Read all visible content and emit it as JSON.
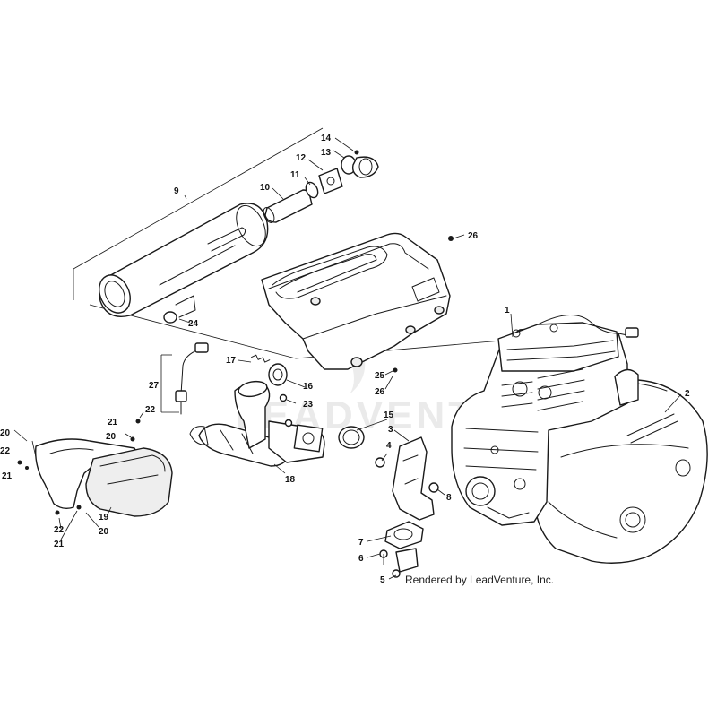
{
  "credit": "Rendered by LeadVenture, Inc.",
  "watermark": "LEADVENTURE",
  "callouts": {
    "c1": "1",
    "c2": "2",
    "c3": "3",
    "c4": "4",
    "c5": "5",
    "c6": "6",
    "c7": "7",
    "c8": "8",
    "c9": "9",
    "c10": "10",
    "c11": "11",
    "c12": "12",
    "c13": "13",
    "c14": "14",
    "c15": "15",
    "c16": "16",
    "c17": "17",
    "c18": "18",
    "c19": "19",
    "c20a": "20",
    "c20b": "20",
    "c20c": "20",
    "c21a": "21",
    "c21b": "21",
    "c21c": "21",
    "c22a": "22",
    "c22b": "22",
    "c22c": "22",
    "c23": "23",
    "c24": "24",
    "c25": "25",
    "c26a": "26",
    "c26b": "26",
    "c27": "27"
  }
}
